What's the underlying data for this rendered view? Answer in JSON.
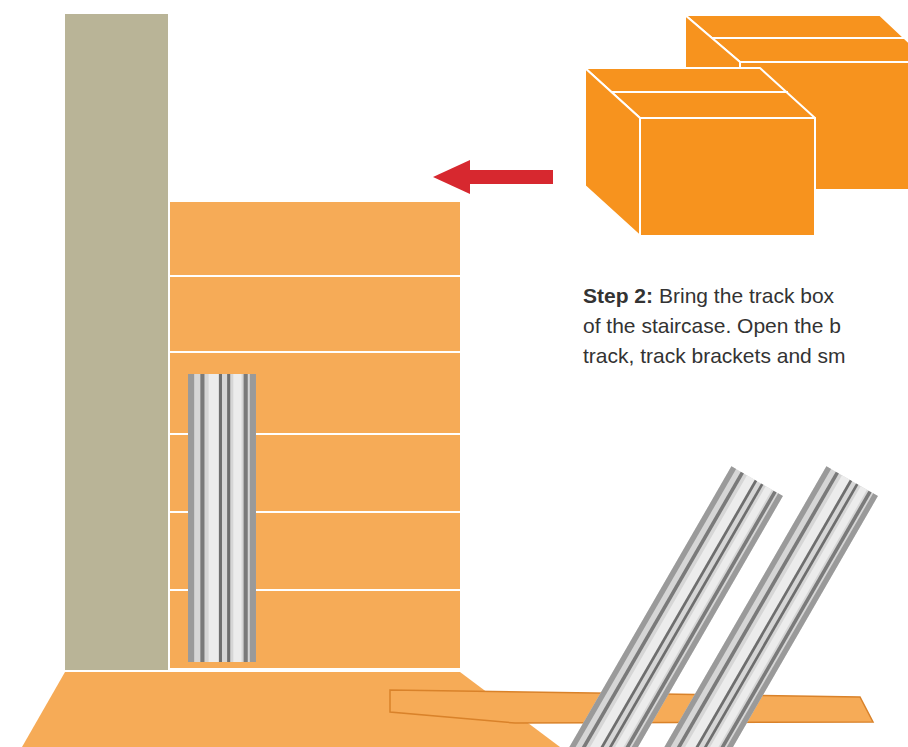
{
  "diagram": {
    "labels": [
      "Step 2:",
      "Bring the track box",
      "of the staircase. Open the b",
      "track, track brackets and sm"
    ]
  }
}
